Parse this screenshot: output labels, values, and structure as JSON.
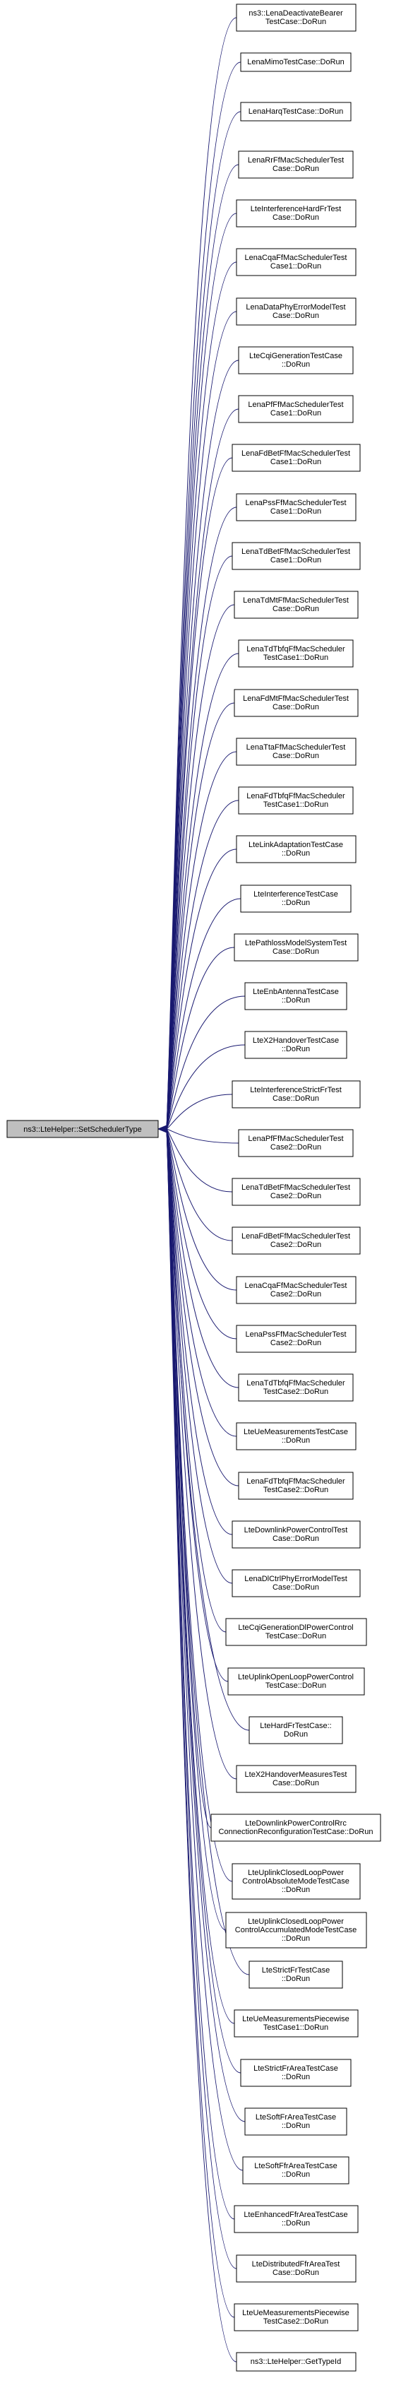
{
  "focus": {
    "label": "ns3::LteHelper::SetSchedulerType"
  },
  "colors": {
    "edge": "#191970",
    "focus_fill": "#bfbfbf",
    "box_fill": "#ffffff",
    "box_border": "#000000"
  },
  "callers": [
    {
      "lines": [
        "ns3::LenaDeactivateBearer",
        "TestCase::DoRun"
      ]
    },
    {
      "lines": [
        "LenaMimoTestCase::DoRun"
      ]
    },
    {
      "lines": [
        "LenaHarqTestCase::DoRun"
      ]
    },
    {
      "lines": [
        "LenaRrFfMacSchedulerTest",
        "Case::DoRun"
      ]
    },
    {
      "lines": [
        "LteInterferenceHardFrTest",
        "Case::DoRun"
      ]
    },
    {
      "lines": [
        "LenaCqaFfMacSchedulerTest",
        "Case1::DoRun"
      ]
    },
    {
      "lines": [
        "LenaDataPhyErrorModelTest",
        "Case::DoRun"
      ]
    },
    {
      "lines": [
        "LteCqiGenerationTestCase",
        "::DoRun"
      ]
    },
    {
      "lines": [
        "LenaPfFfMacSchedulerTest",
        "Case1::DoRun"
      ]
    },
    {
      "lines": [
        "LenaFdBetFfMacSchedulerTest",
        "Case1::DoRun"
      ]
    },
    {
      "lines": [
        "LenaPssFfMacSchedulerTest",
        "Case1::DoRun"
      ]
    },
    {
      "lines": [
        "LenaTdBetFfMacSchedulerTest",
        "Case1::DoRun"
      ]
    },
    {
      "lines": [
        "LenaTdMtFfMacSchedulerTest",
        "Case::DoRun"
      ]
    },
    {
      "lines": [
        "LenaTdTbfqFfMacScheduler",
        "TestCase1::DoRun"
      ]
    },
    {
      "lines": [
        "LenaFdMtFfMacSchedulerTest",
        "Case::DoRun"
      ]
    },
    {
      "lines": [
        "LenaTtaFfMacSchedulerTest",
        "Case::DoRun"
      ]
    },
    {
      "lines": [
        "LenaFdTbfqFfMacScheduler",
        "TestCase1::DoRun"
      ]
    },
    {
      "lines": [
        "LteLinkAdaptationTestCase",
        "::DoRun"
      ]
    },
    {
      "lines": [
        "LteInterferenceTestCase",
        "::DoRun"
      ]
    },
    {
      "lines": [
        "LtePathlossModelSystemTest",
        "Case::DoRun"
      ]
    },
    {
      "lines": [
        "LteEnbAntennaTestCase",
        "::DoRun"
      ]
    },
    {
      "lines": [
        "LteX2HandoverTestCase",
        "::DoRun"
      ]
    },
    {
      "lines": [
        "LteInterferenceStrictFrTest",
        "Case::DoRun"
      ]
    },
    {
      "lines": [
        "LenaPfFfMacSchedulerTest",
        "Case2::DoRun"
      ]
    },
    {
      "lines": [
        "LenaTdBetFfMacSchedulerTest",
        "Case2::DoRun"
      ]
    },
    {
      "lines": [
        "LenaFdBetFfMacSchedulerTest",
        "Case2::DoRun"
      ]
    },
    {
      "lines": [
        "LenaCqaFfMacSchedulerTest",
        "Case2::DoRun"
      ]
    },
    {
      "lines": [
        "LenaPssFfMacSchedulerTest",
        "Case2::DoRun"
      ]
    },
    {
      "lines": [
        "LenaTdTbfqFfMacScheduler",
        "TestCase2::DoRun"
      ]
    },
    {
      "lines": [
        "LteUeMeasurementsTestCase",
        "::DoRun"
      ]
    },
    {
      "lines": [
        "LenaFdTbfqFfMacScheduler",
        "TestCase2::DoRun"
      ]
    },
    {
      "lines": [
        "LteDownlinkPowerControlTest",
        "Case::DoRun"
      ]
    },
    {
      "lines": [
        "LenaDlCtrlPhyErrorModelTest",
        "Case::DoRun"
      ]
    },
    {
      "lines": [
        "LteCqiGenerationDlPowerControl",
        "TestCase::DoRun"
      ]
    },
    {
      "lines": [
        "LteUplinkOpenLoopPowerControl",
        "TestCase::DoRun"
      ]
    },
    {
      "lines": [
        "LteHardFrTestCase::",
        "DoRun"
      ]
    },
    {
      "lines": [
        "LteX2HandoverMeasuresTest",
        "Case::DoRun"
      ]
    },
    {
      "lines": [
        "LteDownlinkPowerControlRrc",
        "ConnectionReconfigurationTestCase::DoRun"
      ]
    },
    {
      "lines": [
        "LteUplinkClosedLoopPower",
        "ControlAbsoluteModeTestCase",
        "::DoRun"
      ]
    },
    {
      "lines": [
        "LteUplinkClosedLoopPower",
        "ControlAccumulatedModeTestCase",
        "::DoRun"
      ]
    },
    {
      "lines": [
        "LteStrictFrTestCase",
        "::DoRun"
      ]
    },
    {
      "lines": [
        "LteUeMeasurementsPiecewise",
        "TestCase1::DoRun"
      ]
    },
    {
      "lines": [
        "LteStrictFrAreaTestCase",
        "::DoRun"
      ]
    },
    {
      "lines": [
        "LteSoftFrAreaTestCase",
        "::DoRun"
      ]
    },
    {
      "lines": [
        "LteSoftFfrAreaTestCase",
        "::DoRun"
      ]
    },
    {
      "lines": [
        "LteEnhancedFfrAreaTestCase",
        "::DoRun"
      ]
    },
    {
      "lines": [
        "LteDistributedFfrAreaTest",
        "Case::DoRun"
      ]
    },
    {
      "lines": [
        "LteUeMeasurementsPiecewise",
        "TestCase2::DoRun"
      ]
    },
    {
      "lines": [
        "ns3::LteHelper::GetTypeId"
      ]
    }
  ]
}
